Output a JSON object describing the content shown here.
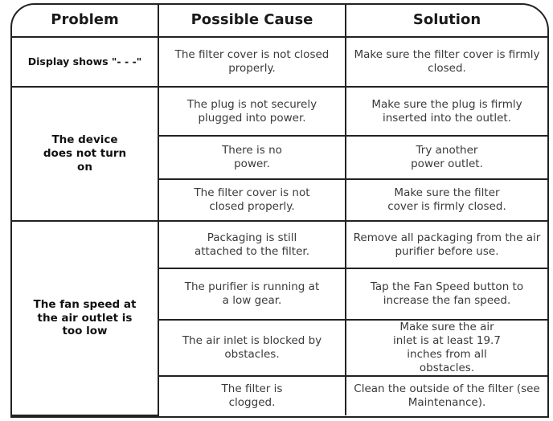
{
  "headers": [
    "Problem",
    "Possible Cause",
    "Solution"
  ],
  "groups": [
    {
      "problem": "Display shows \"- - -\"",
      "rows": [
        {
          "cause": "The filter cover is not closed properly.",
          "solution": "Make sure the filter cover is firmly closed."
        }
      ]
    },
    {
      "problem": "The device does not turn on",
      "rows": [
        {
          "cause": "The plug is not securely plugged into power.",
          "solution": "Make sure the plug is firmly inserted into the outlet."
        },
        {
          "cause": "There is no power.",
          "solution": "Try another power outlet."
        },
        {
          "cause": "The filter cover is not closed properly.",
          "solution": "Make sure the filter cover is firmly closed."
        }
      ]
    },
    {
      "problem": "The fan speed at the air outlet is too low",
      "rows": [
        {
          "cause": "Packaging is still attached to the filter.",
          "solution": "Remove all packaging from the air purifier before use."
        },
        {
          "cause": "The purifier is running at a low gear.",
          "solution": "Tap the Fan Speed button to increase the fan speed."
        },
        {
          "cause": "The air inlet is blocked by obstacles.",
          "solution": "Make sure the air inlet is at least 19.7 inches from all obstacles."
        },
        {
          "cause": "The filter is clogged.",
          "solution": "Clean the outside of the filter (see Maintenance)."
        }
      ]
    }
  ]
}
